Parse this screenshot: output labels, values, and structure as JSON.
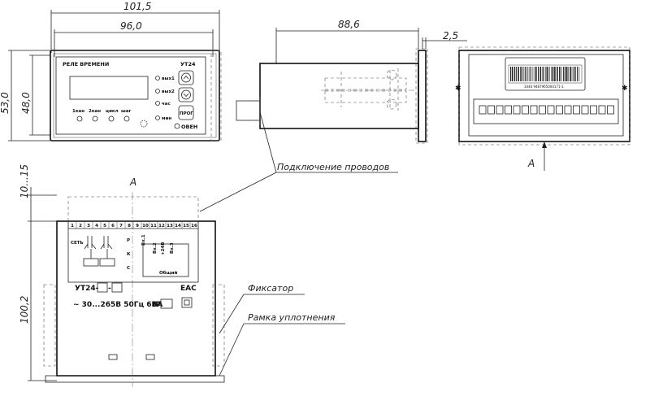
{
  "dimensions": {
    "front_outer_width": "101,5",
    "front_inner_width": "96,0",
    "front_outer_height": "53,0",
    "front_inner_height": "48,0",
    "side_depth": "88,6",
    "side_flange": "2,5",
    "bottom_clearance": "10...15",
    "bottom_height": "100,2"
  },
  "front_panel": {
    "title": "РЕЛЕ ВРЕМЕНИ",
    "model": "УТ24",
    "indicators": [
      "вых1",
      "вых2",
      "час",
      "мин"
    ],
    "buttons_bottom": [
      "1кан",
      "2кан",
      "цикл",
      "шаг"
    ],
    "prog_label": "ПРОГ",
    "brand": "ОВЕН"
  },
  "annotations": {
    "view_a_top": "А",
    "view_a_right": "А",
    "wires": "Подключение проводов",
    "latch": "Фиксатор",
    "seal": "Рамка уплотнения"
  },
  "rear_panel": {
    "barcode_caption": "3440 9487965000171-1",
    "terminal_numbers": [
      "1",
      "2",
      "3",
      "4",
      "5",
      "6",
      "7",
      "8",
      "9",
      "10",
      "11",
      "12",
      "13",
      "14",
      "15",
      "16"
    ],
    "net_label": "СЕТЬ",
    "p_label": "Р",
    "k_label": "К",
    "c_label": "С",
    "inputs": [
      "Вх.1",
      "Вх.2",
      "+24В",
      "Вх.3"
    ],
    "common_label": "Общий",
    "model_label": "УТ24-",
    "supply_label": "~ 30...265В  50Гц  6ВА",
    "ip_label": "IP",
    "mark_eac": "ЕАС"
  }
}
